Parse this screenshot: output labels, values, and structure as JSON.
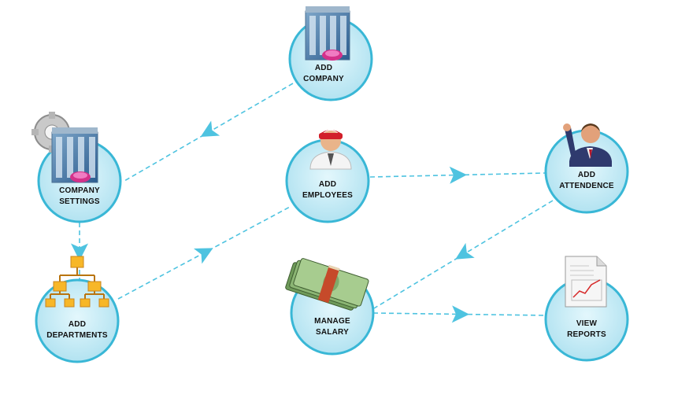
{
  "nodes": [
    {
      "id": "add-company",
      "label": "ADD\nCOMPANY",
      "icon": "office-building-icon"
    },
    {
      "id": "company-settings",
      "label": "COMPANY\nSETTINGS",
      "icon": "building-gear-icon"
    },
    {
      "id": "add-employees",
      "label": "ADD\nEMPLOYEES",
      "icon": "employee-icon"
    },
    {
      "id": "add-attendence",
      "label": "ADD\nATTENDENCE",
      "icon": "raised-hand-person-icon"
    },
    {
      "id": "add-departments",
      "label": "ADD\nDEPARTMENTS",
      "icon": "org-chart-icon"
    },
    {
      "id": "manage-salary",
      "label": "MANAGE\nSALARY",
      "icon": "cash-stack-icon"
    },
    {
      "id": "view-reports",
      "label": "VIEW\nREPORTS",
      "icon": "report-chart-icon"
    }
  ],
  "edges": [
    {
      "from": "add-company",
      "to": "company-settings"
    },
    {
      "from": "company-settings",
      "to": "add-departments"
    },
    {
      "from": "add-departments",
      "to": "add-employees"
    },
    {
      "from": "add-employees",
      "to": "add-attendence"
    },
    {
      "from": "add-attendence",
      "to": "manage-salary"
    },
    {
      "from": "manage-salary",
      "to": "view-reports"
    }
  ],
  "colors": {
    "circle_fill": "#bfeaf5",
    "circle_stroke": "#39b7d6",
    "edge": "#4ec3e0"
  }
}
